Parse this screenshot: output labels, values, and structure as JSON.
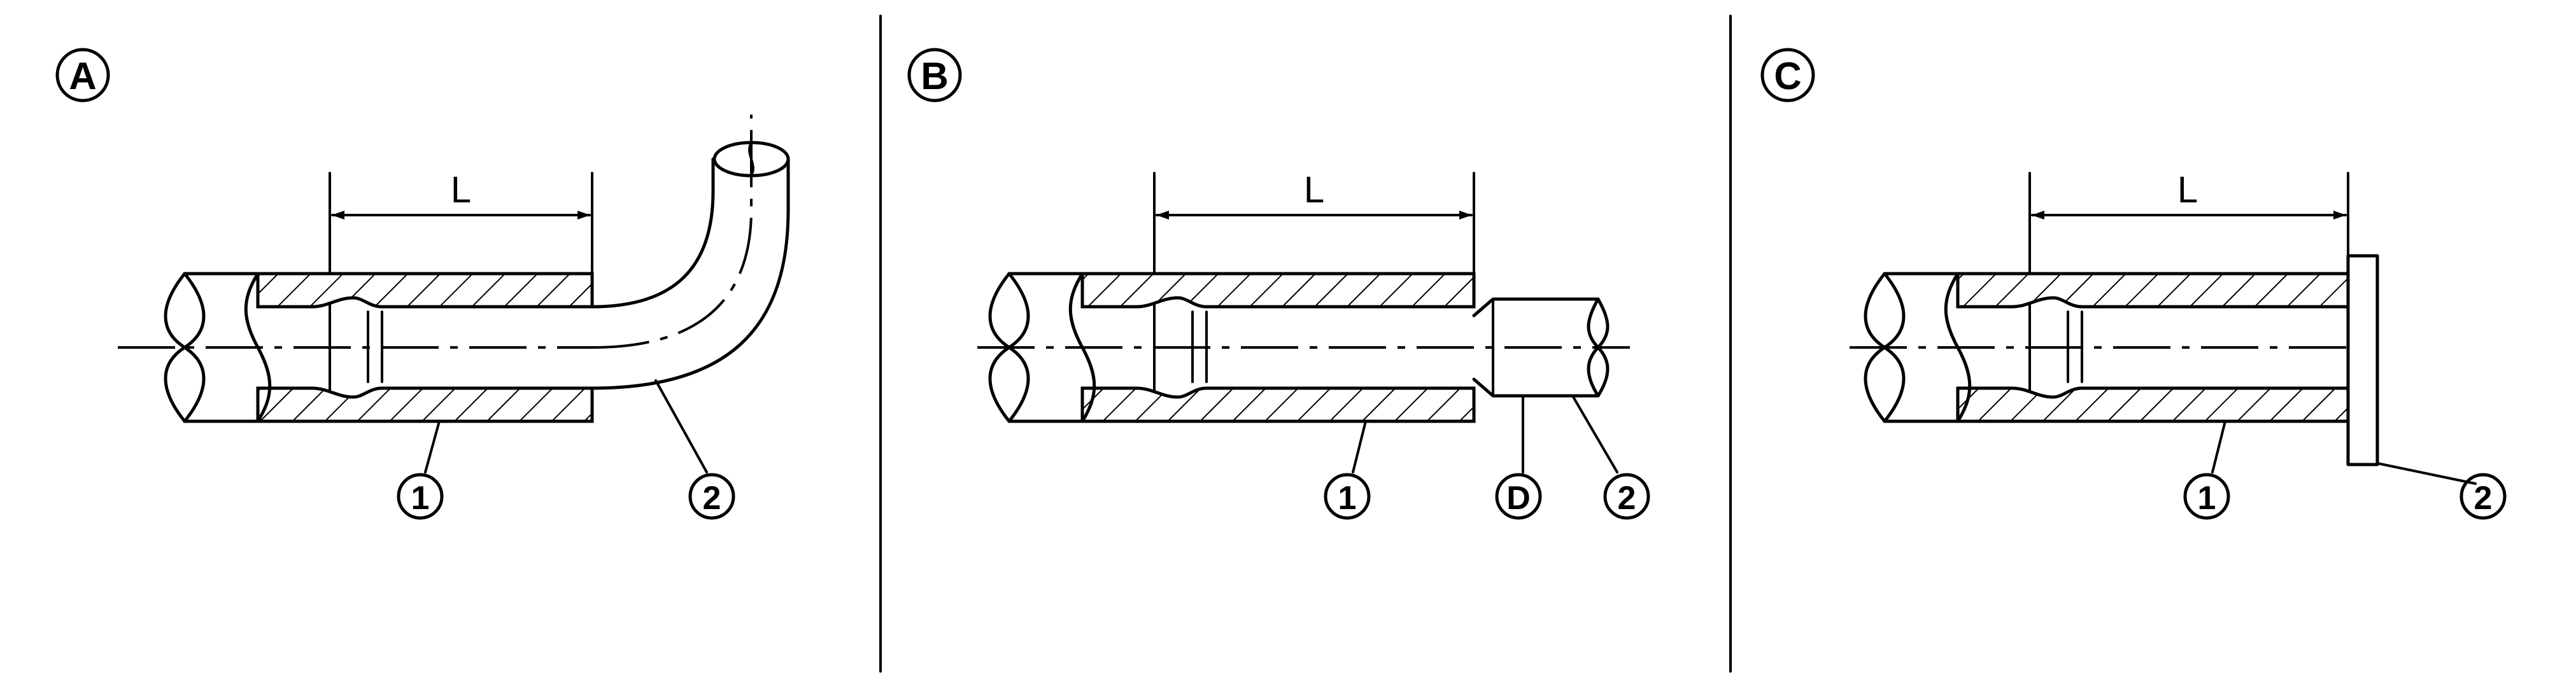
{
  "panels": [
    {
      "letter": "A",
      "dimension": "L",
      "callout_tube": "1",
      "callout_part": "2"
    },
    {
      "letter": "B",
      "dimension": "L",
      "callout_tube": "1",
      "callout_part": "2",
      "callout_diameter": "D"
    },
    {
      "letter": "C",
      "dimension": "L",
      "callout_tube": "1",
      "callout_part": "2"
    }
  ]
}
